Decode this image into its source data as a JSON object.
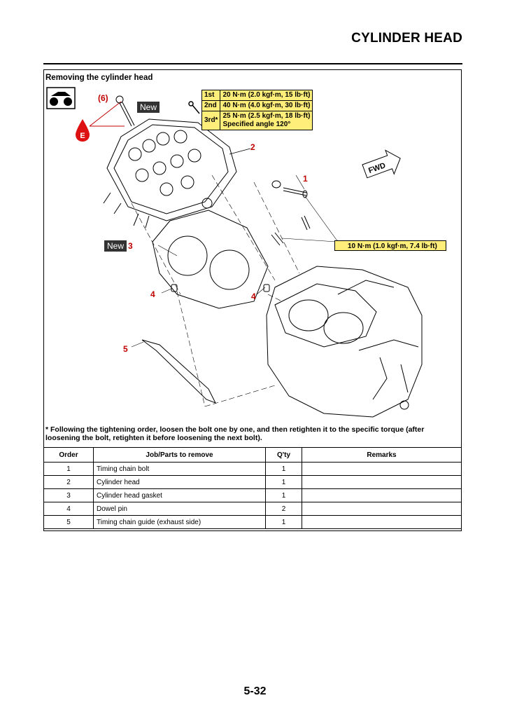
{
  "header": {
    "title": "CYLINDER HEAD"
  },
  "section": {
    "title": "Removing the cylinder head"
  },
  "diagram": {
    "callouts": {
      "c6": "(6)",
      "c1": "1",
      "c2": "2",
      "c3": "3",
      "c4a": "4",
      "c4b": "4",
      "c5": "5"
    },
    "new_label_1": "New",
    "new_label_2": "New",
    "torque_main": {
      "rows": [
        {
          "step": "1st",
          "value": "20 N·m (2.0 kgf·m, 15 lb·ft)"
        },
        {
          "step": "2nd",
          "value": "40 N·m (4.0 kgf·m, 30 lb·ft)"
        },
        {
          "step": "3rd*",
          "value": "25 N·m (2.5 kgf·m, 18 lb·ft)",
          "value2": "Specified angle 120°"
        }
      ]
    },
    "torque_small": "10 N·m (1.0 kgf·m, 7.4 lb·ft)",
    "fwd_label": "FWD",
    "oil_label": "E"
  },
  "note": "* Following the tightening order, loosen the bolt one by one, and then retighten it to the specific torque (after loosening the bolt, retighten it before loosening the next bolt).",
  "table": {
    "headers": {
      "order": "Order",
      "job": "Job/Parts to remove",
      "qty": "Q'ty",
      "remarks": "Remarks"
    },
    "rows": [
      {
        "order": "1",
        "job": "Timing chain bolt",
        "qty": "1",
        "remarks": ""
      },
      {
        "order": "2",
        "job": "Cylinder head",
        "qty": "1",
        "remarks": ""
      },
      {
        "order": "3",
        "job": "Cylinder head gasket",
        "qty": "1",
        "remarks": ""
      },
      {
        "order": "4",
        "job": "Dowel pin",
        "qty": "2",
        "remarks": ""
      },
      {
        "order": "5",
        "job": "Timing chain guide (exhaust side)",
        "qty": "1",
        "remarks": ""
      }
    ]
  },
  "footer": {
    "page_number": "5-32"
  },
  "colors": {
    "callout": "#c00000",
    "torque_bg": "#ffee7a",
    "oil_red": "#d11"
  }
}
